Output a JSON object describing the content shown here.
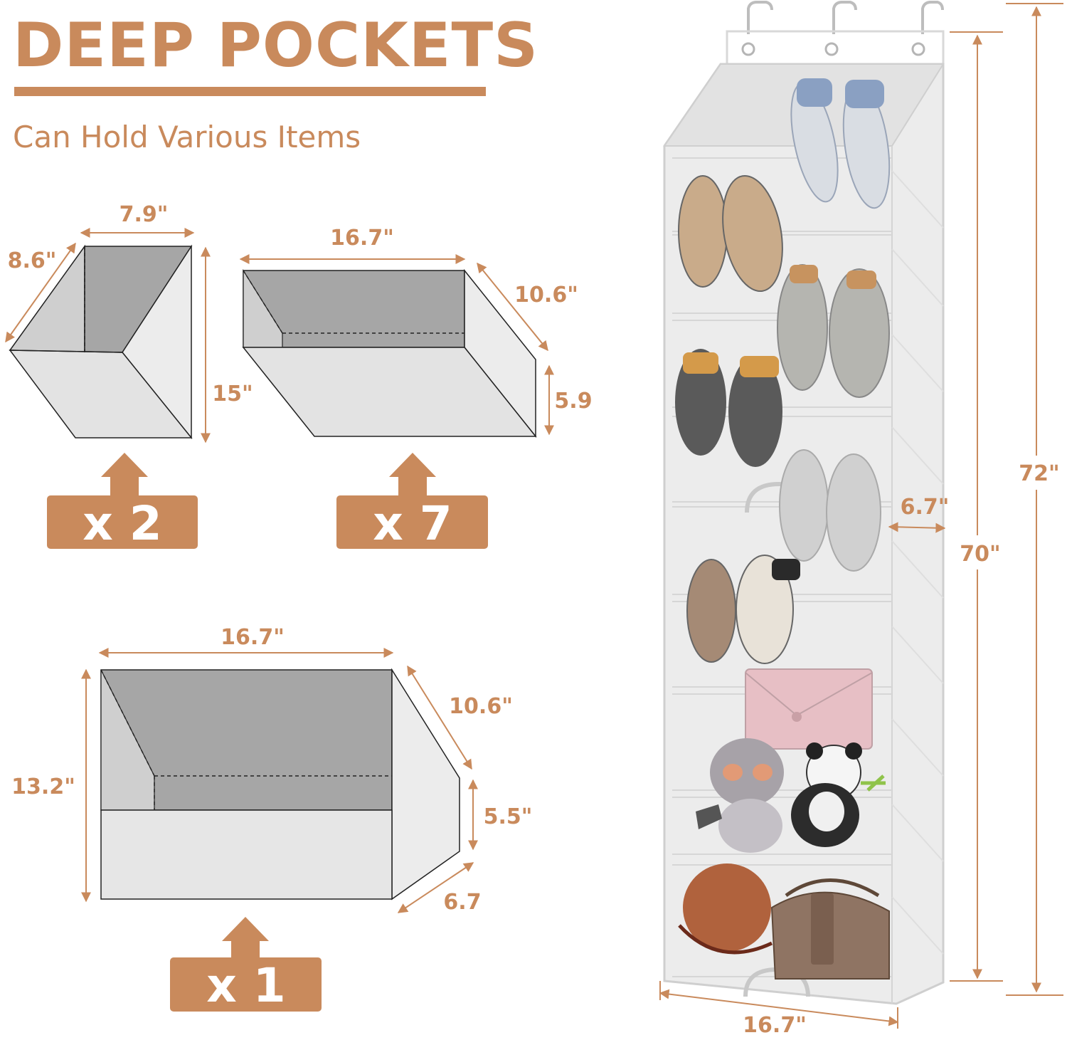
{
  "header": {
    "title": "DEEP POCKETS",
    "subtitle": "Can Hold Various Items"
  },
  "colors": {
    "accent": "#c98a5c",
    "pocket_dark": "#a6a6a6",
    "pocket_mid": "#cfcfcf",
    "pocket_light": "#ececec",
    "organizer_outline": "#dcdcdc"
  },
  "pocket_small": {
    "width": "7.9\"",
    "depth": "8.6\"",
    "height": "15\"",
    "quantity": "x 2"
  },
  "pocket_medium": {
    "width": "16.7\"",
    "depth": "10.6\"",
    "height": "5.9",
    "quantity": "x 7"
  },
  "pocket_large": {
    "width": "16.7\"",
    "depth": "10.6\"",
    "back_height": "13.2\"",
    "front_height": "5.5\"",
    "base_depth": "6.7",
    "quantity": "x 1"
  },
  "organizer": {
    "total_height": "72\"",
    "body_height": "70\"",
    "width": "16.7\"",
    "depth": "6.7\"",
    "hooks": 3,
    "contents": [
      "sneakers",
      "sneakers",
      "sneakers",
      "boots",
      "sneakers",
      "sneakers",
      "clutch-bag",
      "raccoon-plush",
      "panda-plush",
      "round-bag",
      "handbag"
    ]
  }
}
